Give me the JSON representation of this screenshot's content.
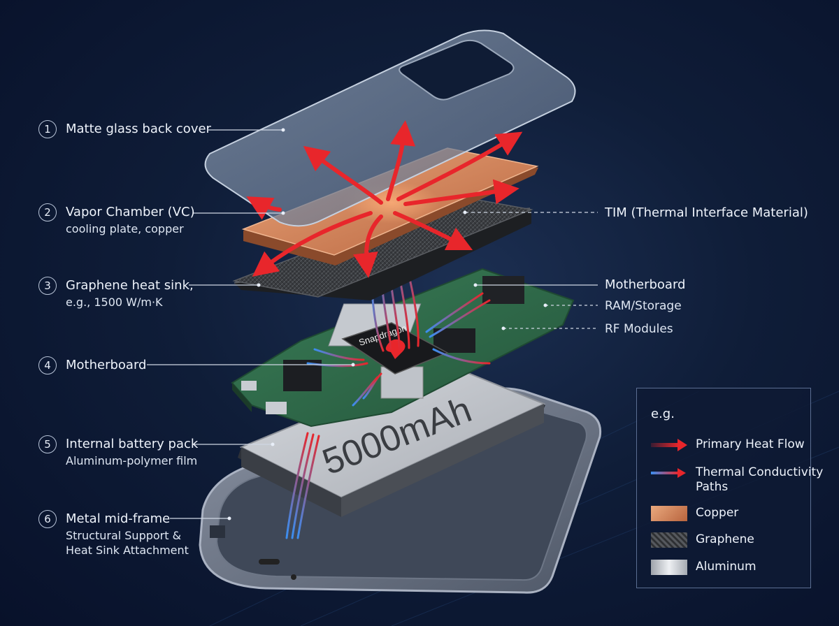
{
  "callouts_left": [
    {
      "number": "1",
      "title": "Matte glass back cover",
      "subtitle": ""
    },
    {
      "number": "2",
      "title": "Vapor Chamber (VC)",
      "subtitle": "cooling plate, copper"
    },
    {
      "number": "3",
      "title": "Graphene heat sink,",
      "subtitle": "e.g., 1500 W/m·K"
    },
    {
      "number": "4",
      "title": "Motherboard",
      "subtitle": ""
    },
    {
      "number": "5",
      "title": "Internal battery pack",
      "subtitle": "Aluminum-polymer film"
    },
    {
      "number": "6",
      "title": "Metal mid-frame",
      "subtitle": "Structural Support &",
      "subtitle2": "Heat Sink Attachment"
    }
  ],
  "callouts_right": [
    {
      "title": "TIM (Thermal Interface Material)"
    },
    {
      "title": "Motherboard"
    },
    {
      "title": "RAM/Storage"
    },
    {
      "title": "RF Modules"
    }
  ],
  "battery_label": "5000mAh",
  "chip_label": "Snapdragon",
  "legend": {
    "title": "e.g.",
    "items": [
      {
        "label": "Primary Heat Flow",
        "icon": "red-arrow-icon"
      },
      {
        "label": "Thermal Conductivity",
        "label2": "Paths",
        "icon": "blue-red-arrow-icon"
      },
      {
        "label": "Copper",
        "icon": "copper-swatch"
      },
      {
        "label": "Graphene",
        "icon": "graphene-swatch"
      },
      {
        "label": "Aluminum",
        "icon": "aluminum-swatch"
      }
    ]
  },
  "colors": {
    "copper": "#d9895f",
    "graphene": "#3b3d40",
    "aluminum": "#c9ccd2",
    "heat_red": "#e8262b",
    "thermal_blue": "#3a8ef0",
    "pcb_green": "#2f6b4a"
  }
}
